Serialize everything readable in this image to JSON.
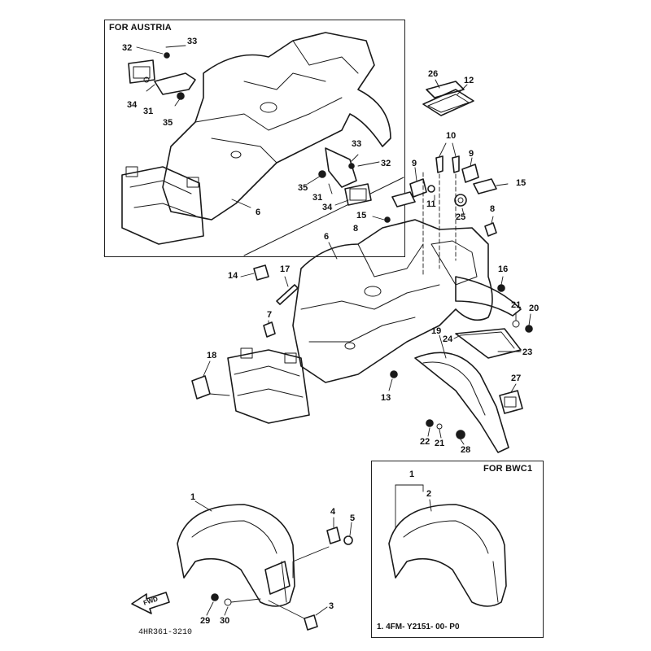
{
  "panels": {
    "austria_title": "FOR AUSTRIA",
    "bwc1_title": "FOR BWC1",
    "bwc1_note": "1.  4FM- Y2151- 00- P0"
  },
  "footer": {
    "drawing_code": "4HR361-3210"
  },
  "fwd_arrow": {
    "label": "FWD"
  },
  "callouts": {
    "c32a": "32",
    "c33a": "33",
    "c34a": "34",
    "c31a": "31",
    "c35a": "35",
    "c6a": "6",
    "c33b": "33",
    "c32b": "32",
    "c35b": "35",
    "c31b": "31",
    "c34b": "34",
    "c26": "26",
    "c12": "12",
    "c10": "10",
    "c9a": "9",
    "c9b": "9",
    "c15a": "15",
    "c11": "11",
    "c25": "25",
    "c8a": "8",
    "c15b": "15",
    "c8b": "8",
    "c6b": "6",
    "c16": "16",
    "c14": "14",
    "c17": "17",
    "c21a": "21",
    "c20": "20",
    "c7": "7",
    "c19": "19",
    "c24": "24",
    "c23": "23",
    "c18": "18",
    "c27": "27",
    "c13": "13",
    "c22": "22",
    "c21b": "21",
    "c28": "28",
    "c1a": "1",
    "c4": "4",
    "c5": "5",
    "c3": "3",
    "c29": "29",
    "c30": "30",
    "c1b": "1",
    "c2": "2"
  }
}
